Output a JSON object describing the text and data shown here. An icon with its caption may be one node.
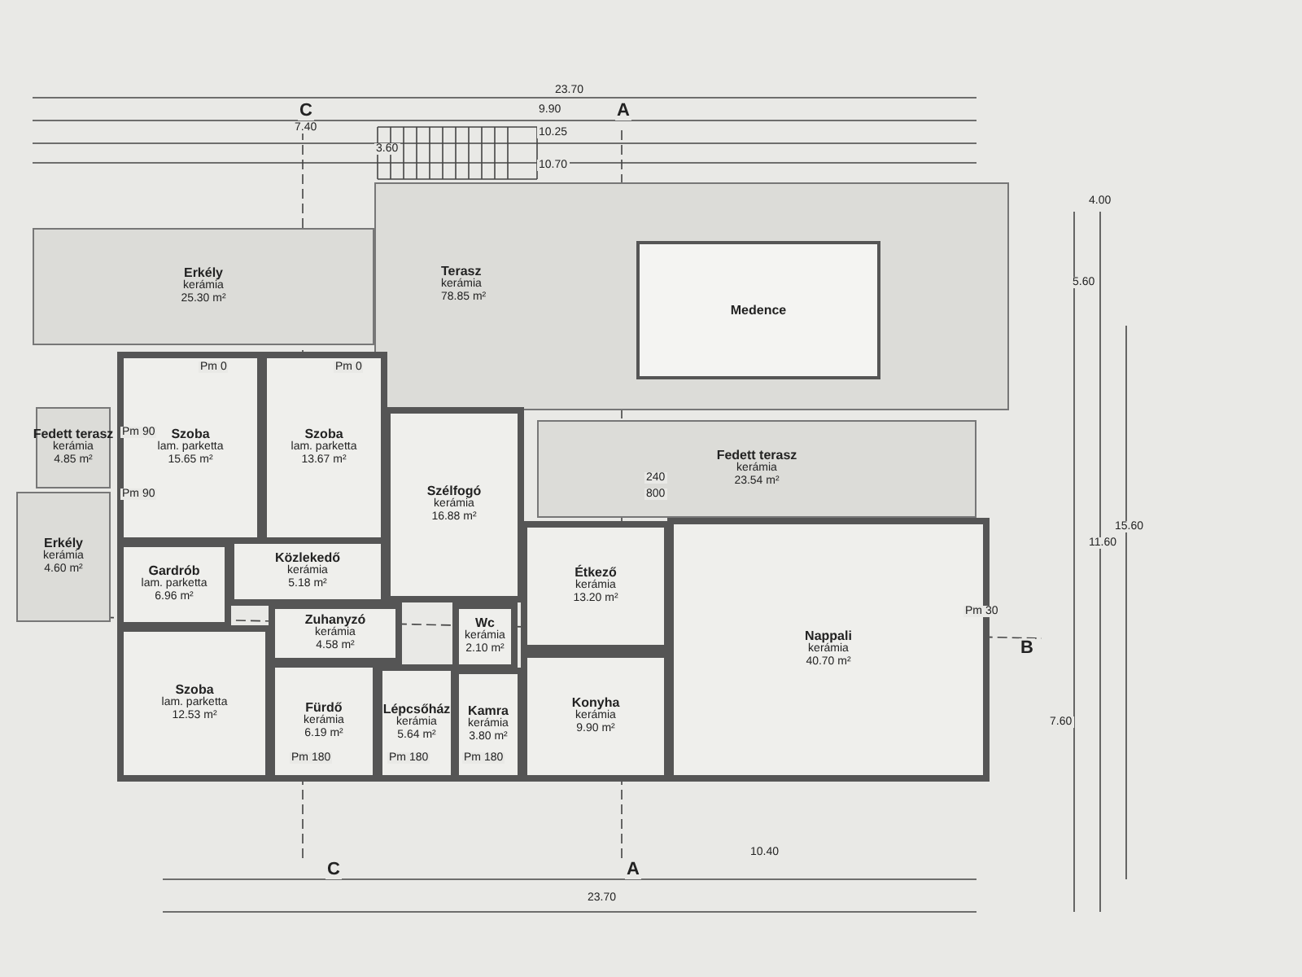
{
  "diagram": {
    "nodes": [
      {
        "text": [
          "Terasz",
          "kerámia",
          "78.85 m²"
        ]
      },
      {
        "text": [
          "Medence"
        ],
        "in": 0
      },
      {
        "text": [
          "Erkély",
          "kerámia",
          "25.30 m²"
        ]
      },
      {
        "text": [
          "Fedett terasz",
          "kerámia",
          "23.54 m²"
        ]
      },
      {
        "text": [
          "Fedett terasz",
          "kerámia",
          "4.85 m²"
        ]
      },
      {
        "text": [
          "Erkély",
          "kerámia",
          "4.60 m²"
        ]
      },
      {
        "text": [
          "Szoba",
          "lam. parketta",
          "15.65 m²"
        ]
      },
      {
        "text": [
          "Szoba",
          "lam. parketta",
          "13.67 m²"
        ]
      },
      {
        "text": [
          "Szélfogó",
          "kerámia",
          "16.88 m²"
        ]
      },
      {
        "text": [
          "Közlekedő",
          "kerámia",
          "5.18 m²"
        ]
      },
      {
        "text": [
          "Gardrób",
          "lam. parketta",
          "6.96 m²"
        ]
      },
      {
        "text": [
          "Zuhanyzó",
          "kerámia",
          "4.58 m²"
        ]
      },
      {
        "text": [
          "Wc",
          "kerámia",
          "2.10 m²"
        ]
      },
      {
        "text": [
          "Étkező",
          "kerámia",
          "13.20 m²"
        ]
      },
      {
        "text": [
          "Szoba",
          "lam. parketta",
          "12.53 m²"
        ]
      },
      {
        "text": [
          "Fürdő",
          "kerámia",
          "6.19 m²"
        ]
      },
      {
        "text": [
          "Lépcsőház",
          "kerámia",
          "5.64 m²"
        ]
      },
      {
        "text": [
          "Kamra",
          "kerámia",
          "3.80 m²"
        ]
      },
      {
        "text": [
          "Konyha",
          "kerámia",
          "9.90 m²"
        ]
      },
      {
        "text": [
          "Nappali",
          "kerámia",
          "40.70 m²"
        ]
      }
    ],
    "edges": [],
    "labels": [
      "23.70",
      "9.90",
      "10.25",
      "7.40",
      "3.60",
      "10.70",
      "C",
      "A",
      "5.60",
      "4.00",
      "15.60",
      "11.60",
      "7.60",
      "B",
      "Pm 0",
      "Pm 0",
      "Pm 90",
      "Pm 90",
      "800",
      "240",
      "Pm 30",
      "Pm 180",
      "Pm 180",
      "Pm 180",
      "C",
      "A",
      "10.40",
      "23.70"
    ]
  }
}
